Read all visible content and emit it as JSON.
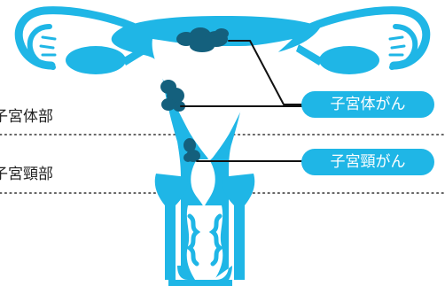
{
  "labels": {
    "corpus": "子宮体部",
    "cervix": "子宮頸部"
  },
  "callouts": {
    "corpus_cancer": "子宮体がん",
    "cervical_cancer": "子宮頸がん"
  },
  "colors": {
    "organ": "#1fb6e6",
    "tumor": "#14607d",
    "callout": "#1fb6e6",
    "leader_line": "#111111",
    "divider": "#333333"
  }
}
